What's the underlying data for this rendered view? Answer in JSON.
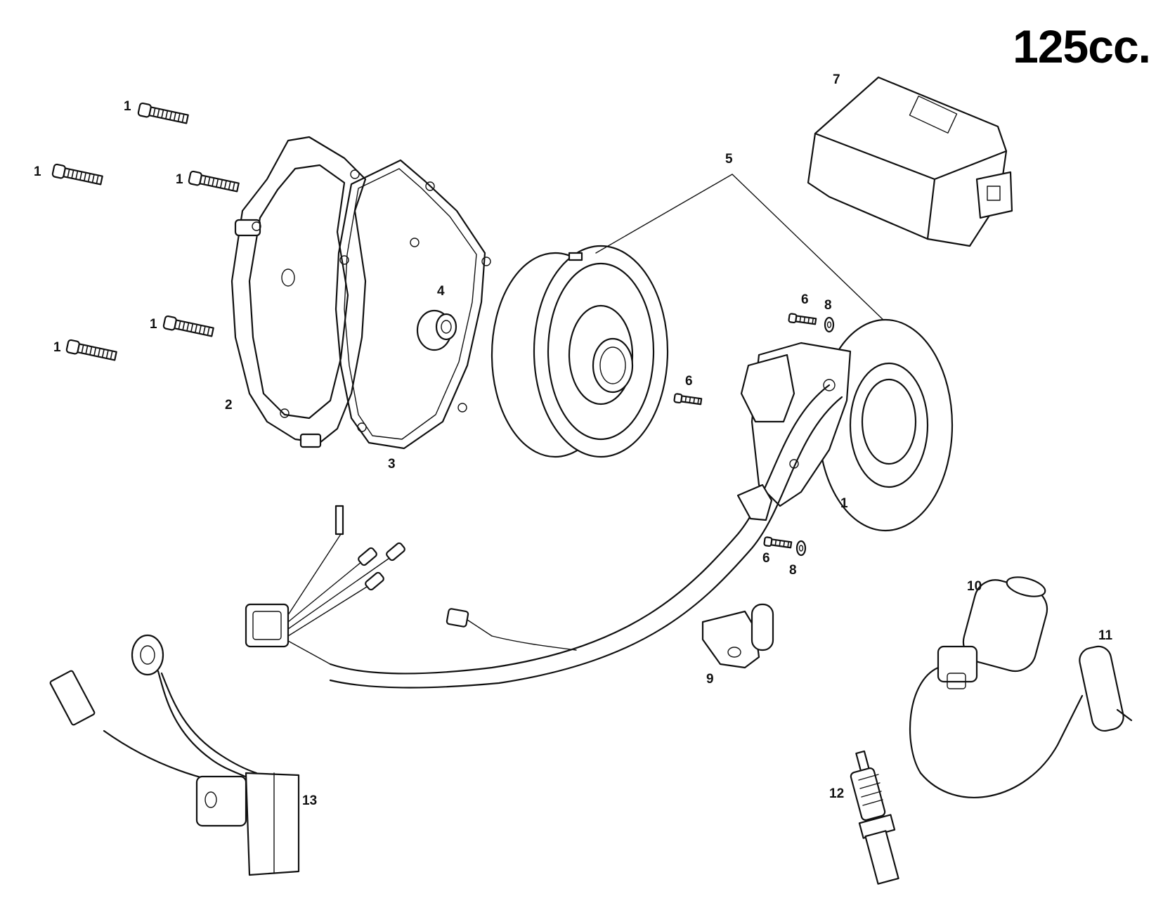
{
  "title": "125cc.",
  "callouts": {
    "bolt": "1",
    "cover": "2",
    "gasket": "3",
    "bushing": "4",
    "flywheel_stator": "5",
    "screw": "6",
    "cdi": "7",
    "washer": "8",
    "key": "9",
    "coil": "10",
    "cap": "11",
    "plug": "12",
    "regulator": "13"
  }
}
